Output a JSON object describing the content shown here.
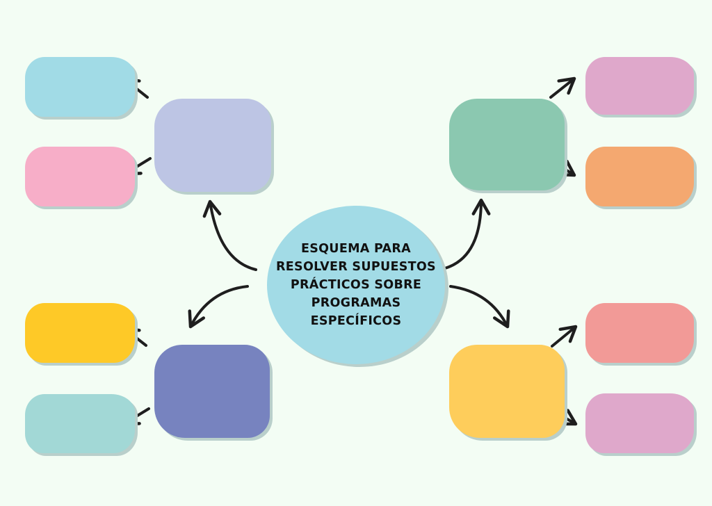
{
  "central_node": {
    "lines": [
      "ESQUEMA PARA",
      "RESOLVER SUPUESTOS",
      "PRÁCTICOS SOBRE",
      "PROGRAMAS",
      "ESPECÍFICOS"
    ],
    "color": "#a2dbe6"
  },
  "colors": {
    "background": "#f3fdf4",
    "arrow": "#1e1e1e",
    "top_left_main": "#bdc5e4",
    "top_left_sub1": "#a1dbe6",
    "top_left_sub2": "#f7aec8",
    "bottom_left_main": "#7783bf",
    "bottom_left_sub1": "#fec927",
    "bottom_left_sub2": "#a2d8d6",
    "top_right_main": "#8bc8b0",
    "top_right_sub1": "#dfa8cb",
    "top_right_sub2": "#f4a870",
    "bottom_right_main": "#fecd5b",
    "bottom_right_sub1": "#f29a97",
    "bottom_right_sub2": "#dfa8cb"
  }
}
